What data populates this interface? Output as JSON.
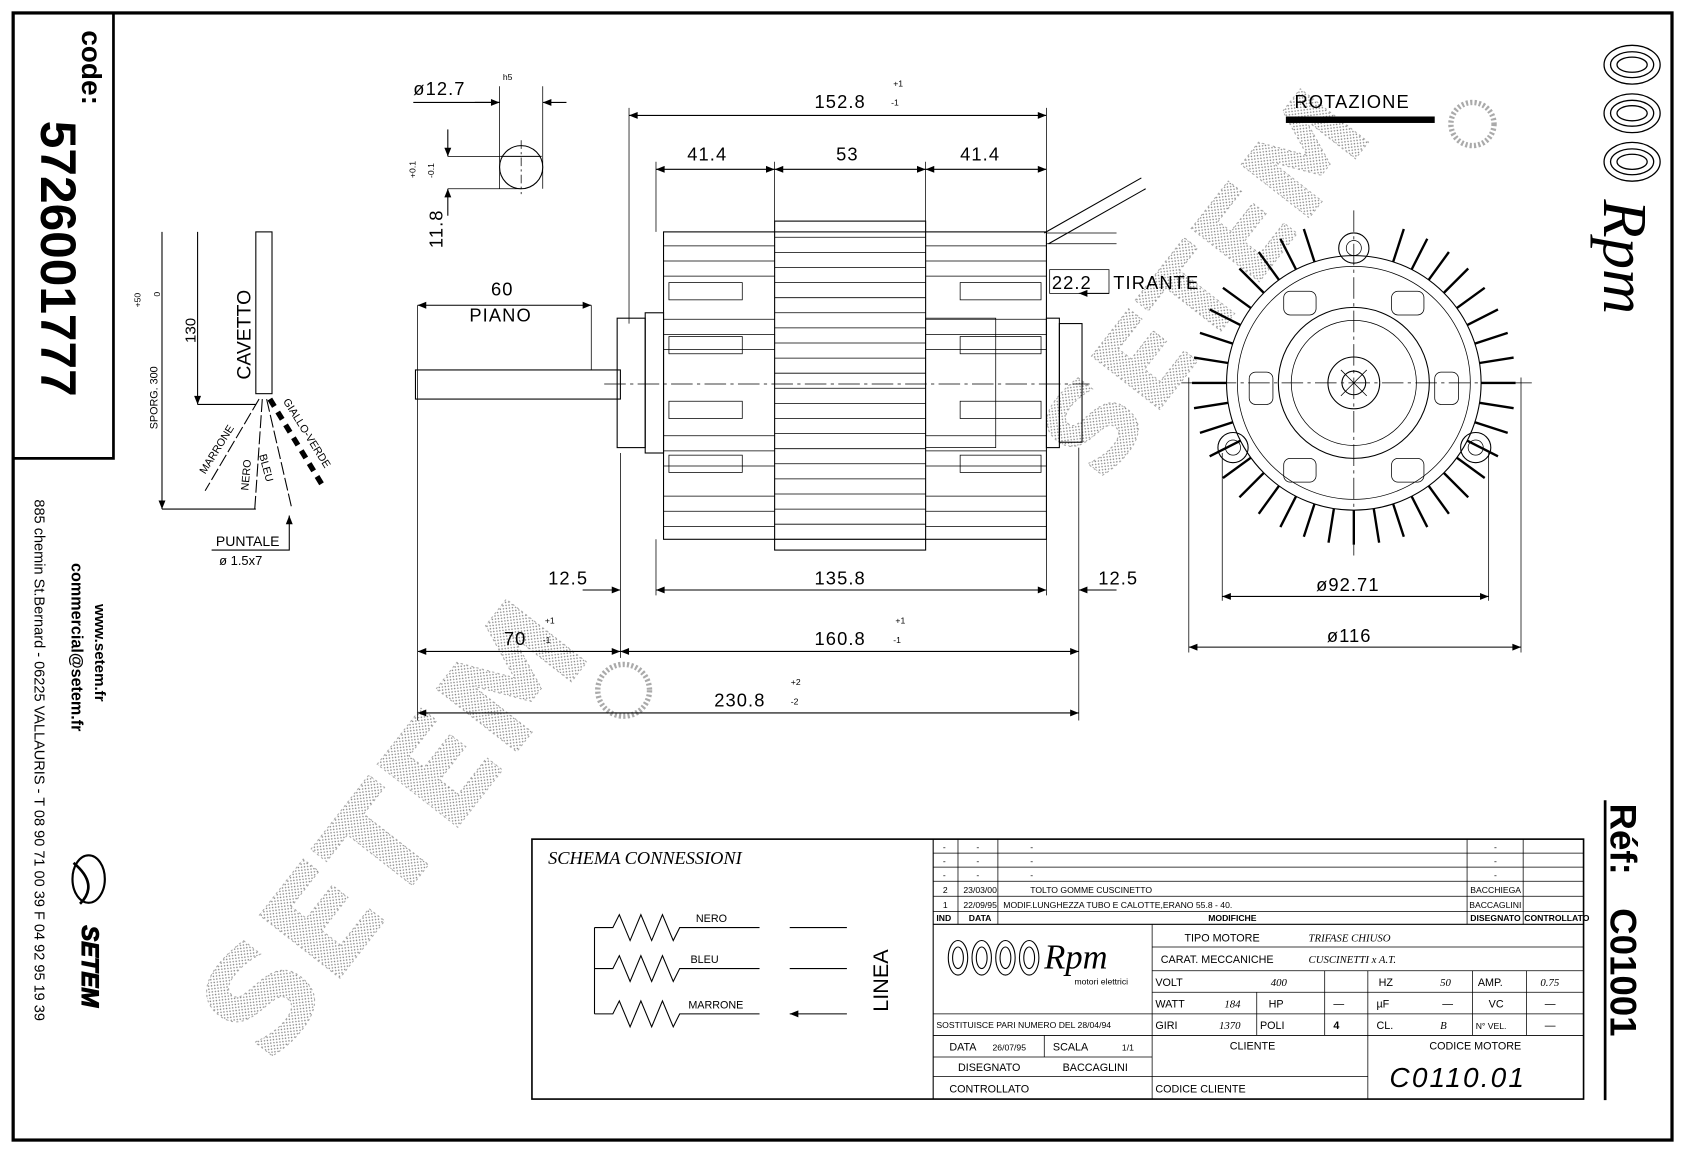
{
  "code_box": {
    "label": "code:",
    "value": "5726001777"
  },
  "contact": {
    "website": "www.setem.fr",
    "email": "commercial@setem.fr",
    "address": "885 chemin St.Bernard  -  06225 VALLAURIS  -  T 08 90 71 00 39   F 04 92 95 19 39",
    "logo_text": "SETEM"
  },
  "cable": {
    "sporg": "SPORG. 300",
    "sporg_tol_plus": "+50",
    "sporg_tol_minus": "0",
    "length": "130",
    "cable_label": "CAVETTO",
    "wires": [
      "MARRONE",
      "NERO",
      "BLEU",
      "GIALLO-VERDE"
    ],
    "tip_label": "PUNTALE",
    "tip_size": "ø 1.5x7"
  },
  "dimensions": {
    "shaft_dia": "ø12.7",
    "shaft_fit": "h5",
    "flat": "11.8",
    "flat_tol_plus": "+0.1",
    "flat_tol_minus": "-0.1",
    "overall_body": "152.8",
    "overall_body_tol_plus": "+1",
    "overall_body_tol_minus": "-1",
    "seg_left": "41.4",
    "seg_mid": "53",
    "seg_right": "41.4",
    "flat_len": "60",
    "flat_label": "PIANO",
    "tie_rod": "22.2",
    "tie_rod_label": "TIRANTE",
    "cap_left": "12.5",
    "core": "135.8",
    "cap_right": "12.5",
    "shaft_len": "70",
    "shaft_len_tol_plus": "+1",
    "shaft_len_tol_minus": "-1",
    "body_len": "160.8",
    "body_len_tol_plus": "+1",
    "body_len_tol_minus": "-1",
    "total_len": "230.8",
    "total_len_tol_plus": "+2",
    "total_len_tol_minus": "-2",
    "bolt_circle": "ø92.71",
    "outer_dia": "ø116"
  },
  "rotation_label": "ROTAZIONE",
  "watermark": "SETEM",
  "brand": {
    "logo_text": "Rpm",
    "subtitle": "motori elettrici"
  },
  "reference": {
    "label": "Réf:",
    "value": "C01001"
  },
  "schema": {
    "title": "SCHEMA CONNESSIONI",
    "wires": [
      "NERO",
      "BLEU",
      "MARRONE"
    ],
    "line_label": "LINEA"
  },
  "modifications": {
    "headers": [
      "IND",
      "DATA",
      "MODIFICHE",
      "DISEGNATO",
      "CONTROLLATO"
    ],
    "rows": [
      {
        "ind": "-",
        "data": "-",
        "text": "-",
        "drawn": "-",
        "checked": ""
      },
      {
        "ind": "-",
        "data": "-",
        "text": "-",
        "drawn": "-",
        "checked": ""
      },
      {
        "ind": "-",
        "data": "-",
        "text": "-",
        "drawn": "-",
        "checked": ""
      },
      {
        "ind": "2",
        "data": "23/03/00",
        "text": "TOLTO GOMME CUSCINETTO",
        "drawn": "BACCHIEGA",
        "checked": ""
      },
      {
        "ind": "1",
        "data": "22/09/95",
        "text": "MODIF.LUNGHEZZA TUBO E CALOTTE,ERANO 55.8 - 40.",
        "drawn": "BACCAGLINI",
        "checked": ""
      }
    ]
  },
  "title_block": {
    "tipo_motore_label": "TIPO MOTORE",
    "tipo_motore": "TRIFASE CHIUSO",
    "carat_label": "CARAT. MECCANICHE",
    "carat": "CUSCINETTI x A.T.",
    "volt_label": "VOLT",
    "volt": "400",
    "hz_label": "HZ",
    "hz": "50",
    "amp_label": "AMP.",
    "amp": "0.75",
    "watt_label": "WATT",
    "watt": "184",
    "hp_label": "HP",
    "hp": "—",
    "uf_label": "µF",
    "uf": "—",
    "vc_label": "VC",
    "vc": "—",
    "giri_label": "GIRI",
    "giri": "1370",
    "poli_label": "POLI",
    "poli": "4",
    "cl_label": "CL.",
    "cl": "B",
    "nvel_label": "N° VEL.",
    "nvel": "—",
    "replaces": "SOSTITUISCE PARI NUMERO DEL  28/04/94",
    "data_label": "DATA",
    "data": "26/07/95",
    "scala_label": "SCALA",
    "scala": "1/1",
    "disegnato_label": "DISEGNATO",
    "disegnato": "BACCAGLINI",
    "controllato_label": "CONTROLLATO",
    "cliente_label": "CLIENTE",
    "codice_cliente_label": "CODICE CLIENTE",
    "codice_motore_label": "CODICE MOTORE",
    "codice_motore": "C0110.01"
  }
}
